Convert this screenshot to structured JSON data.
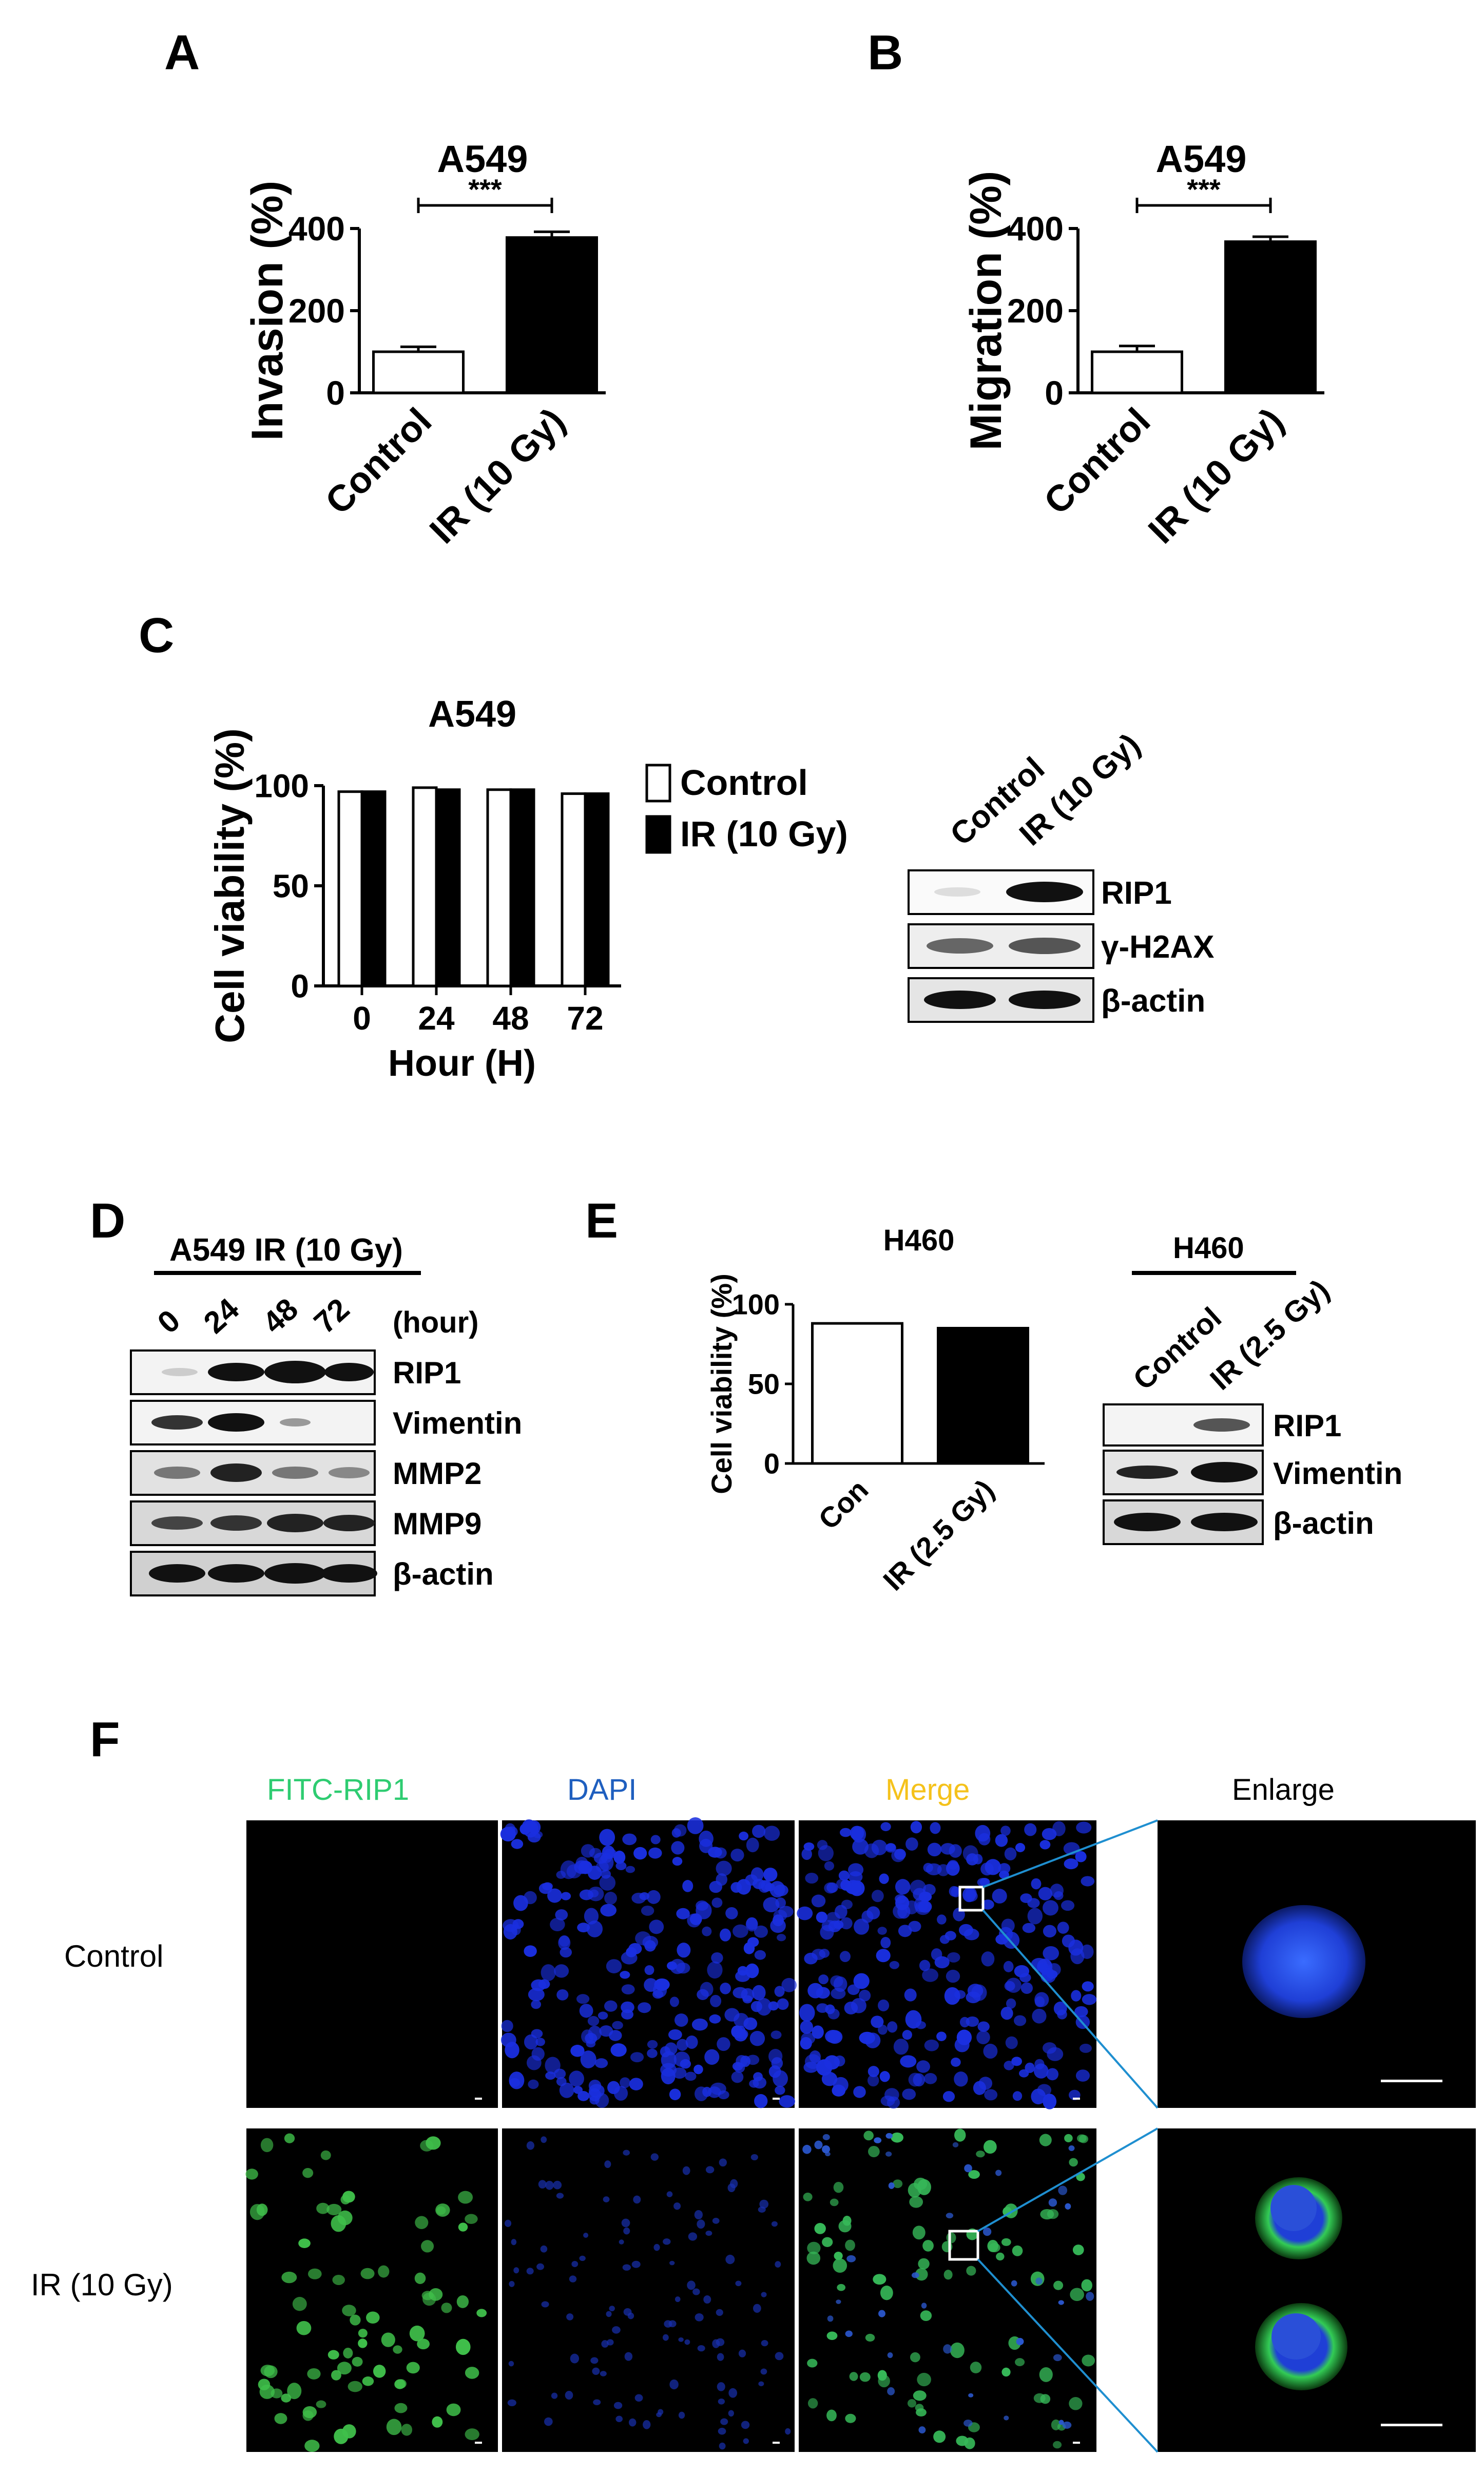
{
  "panels": {
    "A": {
      "letter": "A",
      "chart_data": {
        "type": "bar",
        "title": "A549",
        "ylabel": "Invasion (%)",
        "categories": [
          "Control",
          "IR (10 Gy)"
        ],
        "values": [
          100,
          378
        ],
        "errors": [
          12,
          14
        ],
        "ylim": [
          0,
          400
        ],
        "yticks": [
          "0",
          "200",
          "400"
        ],
        "significance": "***"
      }
    },
    "B": {
      "letter": "B",
      "chart_data": {
        "type": "bar",
        "title": "A549",
        "ylabel": "Migration (%)",
        "categories": [
          "Control",
          "IR (10 Gy)"
        ],
        "values": [
          100,
          368
        ],
        "errors": [
          14,
          12
        ],
        "ylim": [
          0,
          400
        ],
        "yticks": [
          "0",
          "200",
          "400"
        ],
        "significance": "***"
      }
    },
    "C": {
      "letter": "C",
      "chart_data": {
        "type": "bar",
        "title": "A549",
        "ylabel": "Cell viability (%)",
        "xlabel": "Hour (H)",
        "categories": [
          "0",
          "24",
          "48",
          "72"
        ],
        "series": [
          {
            "name": "Control",
            "values": [
              97,
              99,
              98,
              96
            ]
          },
          {
            "name": "IR (10 Gy)",
            "values": [
              97,
              98,
              98,
              96
            ]
          }
        ],
        "ylim": [
          0,
          100
        ],
        "yticks": [
          "0",
          "50",
          "100"
        ],
        "legend": "right"
      },
      "blot": {
        "lanes": [
          "Control",
          "IR (10 Gy)"
        ],
        "rows": [
          "RIP1",
          "γ-H2AX",
          "β-actin"
        ]
      }
    },
    "D": {
      "letter": "D",
      "blot": {
        "header": "A549 IR (10 Gy)",
        "lanes": [
          "0",
          "24",
          "48",
          "72"
        ],
        "unit": "(hour)",
        "rows": [
          "RIP1",
          "Vimentin",
          "MMP2",
          "MMP9",
          "β-actin"
        ]
      }
    },
    "E": {
      "letter": "E",
      "chart_data": {
        "type": "bar",
        "title": "H460",
        "ylabel": "Cell viability (%)",
        "categories": [
          "Con",
          "IR (2.5 Gy)"
        ],
        "values": [
          88,
          85
        ],
        "ylim": [
          0,
          100
        ],
        "yticks": [
          "0",
          "50",
          "100"
        ]
      },
      "blot": {
        "header": "H460",
        "lanes": [
          "Control",
          "IR (2.5 Gy)"
        ],
        "rows": [
          "RIP1",
          "Vimentin",
          "β-actin"
        ]
      }
    },
    "F": {
      "letter": "F",
      "columns": [
        "FITC-RIP1",
        "DAPI",
        "Merge",
        "Enlarge"
      ],
      "rows": [
        "Control",
        "IR (10 Gy)"
      ],
      "colors": {
        "fitc": "#2ecc71",
        "dapi": "#1f5fbf",
        "merge": "#f5c21b"
      }
    }
  }
}
